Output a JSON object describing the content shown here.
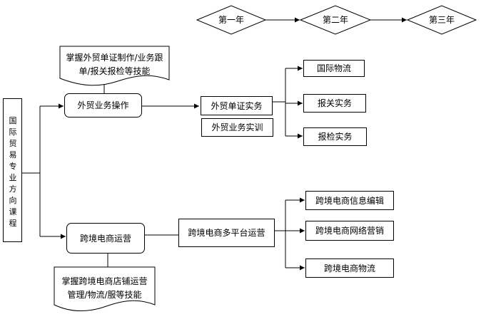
{
  "timeline": {
    "year1": "第一年",
    "year2": "第二年",
    "year3": "第三年"
  },
  "course": {
    "title": "国际贸易专业方向课程"
  },
  "trade": {
    "skills_line1": "掌握外贸单证制作/业务跟",
    "skills_line2": "单/报关报检等技能",
    "operation": "外贸业务操作",
    "docs_practice": "外贸单证实务",
    "training": "外贸业务实训",
    "outcomes": [
      "国际物流",
      "报关实务",
      "报检实务"
    ]
  },
  "ecommerce": {
    "operation": "跨境电商运营",
    "multi_platform": "跨境电商多平台运营",
    "skills_line1": "掌握跨境电商店铺运营",
    "skills_line2": "管理/物流/服等技能",
    "outcomes": [
      "跨境电商信息编辑",
      "跨境电商网络营销",
      "跨境电商物流"
    ]
  }
}
